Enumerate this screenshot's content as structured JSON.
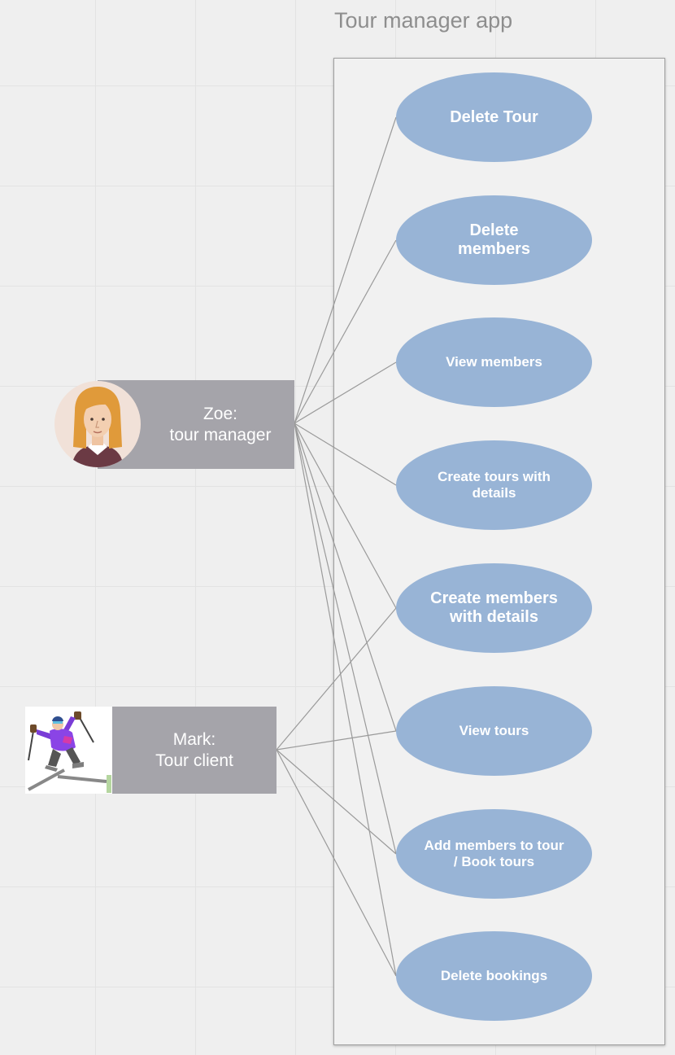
{
  "diagram": {
    "boundary_title": "Tour manager app",
    "actors": [
      {
        "line1": "Zoe:",
        "line2": "tour manager",
        "picture": "woman-avatar-icon"
      },
      {
        "line1": "Mark:",
        "line2": "Tour client",
        "picture": "skier-icon"
      }
    ],
    "use_cases": [
      {
        "label": "Delete Tour"
      },
      {
        "label": "Delete members"
      },
      {
        "label": "View members"
      },
      {
        "label": "Create tours with details"
      },
      {
        "label": "Create members with details"
      },
      {
        "label": "View tours"
      },
      {
        "label": "Add members to tour / Book tours"
      },
      {
        "label": "Delete bookings"
      }
    ],
    "links": [
      {
        "actor": 0,
        "use_case": 0
      },
      {
        "actor": 0,
        "use_case": 1
      },
      {
        "actor": 0,
        "use_case": 2
      },
      {
        "actor": 0,
        "use_case": 3
      },
      {
        "actor": 0,
        "use_case": 4
      },
      {
        "actor": 0,
        "use_case": 5
      },
      {
        "actor": 0,
        "use_case": 6
      },
      {
        "actor": 0,
        "use_case": 7
      },
      {
        "actor": 1,
        "use_case": 4
      },
      {
        "actor": 1,
        "use_case": 5
      },
      {
        "actor": 1,
        "use_case": 6
      },
      {
        "actor": 1,
        "use_case": 7
      }
    ],
    "colors": {
      "use_case_fill": "#98b4d6",
      "actor_fill": "#a5a4aa",
      "link_stroke": "#9a9a9a",
      "title_text": "#8e8e8e"
    }
  }
}
